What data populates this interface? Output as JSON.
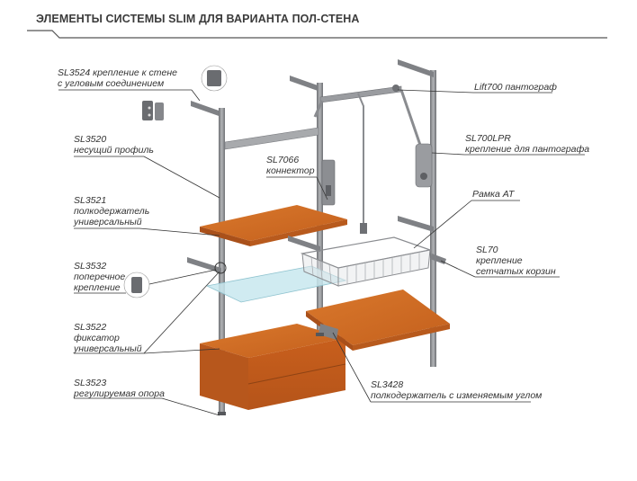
{
  "header": {
    "title": "ЭЛЕМЕНТЫ СИСТЕМЫ SLIM ДЛЯ ВАРИАНТА ПОЛ-СТЕНА"
  },
  "callouts": [
    {
      "id": "sl3524",
      "lines": [
        "SL3524 крепление к стене",
        "с угловым соединением"
      ]
    },
    {
      "id": "sl3520",
      "lines": [
        "SL3520",
        "несущий профиль"
      ]
    },
    {
      "id": "sl3521",
      "lines": [
        "SL3521",
        "полкодержатель",
        "универсальный"
      ]
    },
    {
      "id": "sl3532",
      "lines": [
        "SL3532",
        "поперечное",
        "крепление"
      ]
    },
    {
      "id": "sl3522",
      "lines": [
        "SL3522",
        "фиксатор",
        "универсальный"
      ]
    },
    {
      "id": "sl3523",
      "lines": [
        "SL3523",
        "регулируемая опора"
      ]
    },
    {
      "id": "sl7066",
      "lines": [
        "SL7066",
        "коннектор"
      ]
    },
    {
      "id": "lift700",
      "lines": [
        "Lift700 пантограф"
      ]
    },
    {
      "id": "sl700lpr",
      "lines": [
        "SL700LPR",
        "крепление для пантографа"
      ]
    },
    {
      "id": "ramka",
      "lines": [
        "Рамка AT"
      ]
    },
    {
      "id": "sl70",
      "lines": [
        "SL70",
        "крепление",
        "сетчатых корзин"
      ]
    },
    {
      "id": "sl3428",
      "lines": [
        "SL3428",
        "полкодержатель с изменяемым углом"
      ]
    }
  ],
  "colors": {
    "wood": "#c9651f",
    "profile": "#9a9ca0",
    "glass": "#bfe3ea",
    "text": "#333333"
  }
}
